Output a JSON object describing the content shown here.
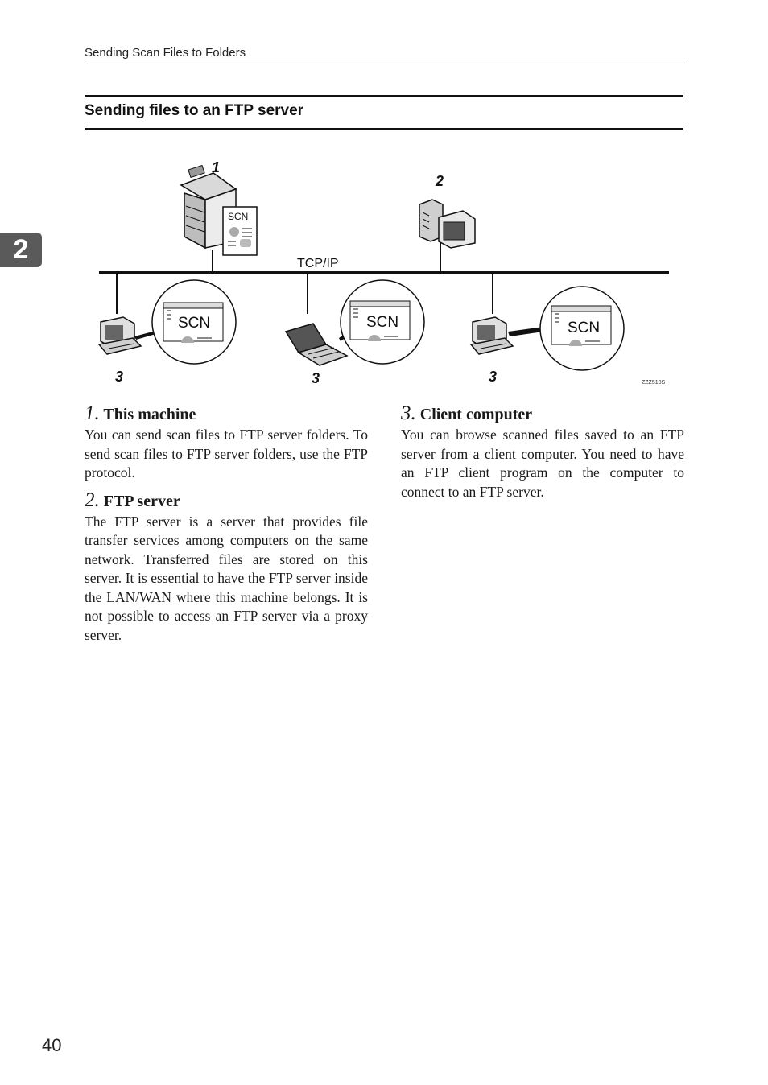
{
  "header": {
    "running_title": "Sending Scan Files to Folders"
  },
  "chapter_tab": "2",
  "section": {
    "title": "Sending files to an FTP server"
  },
  "diagram": {
    "network_label": "TCP/IP",
    "callout_1": "1",
    "callout_2": "2",
    "callout_3": "3",
    "doc_label": "SCN",
    "code": "ZZZ510S"
  },
  "items": [
    {
      "num": "1.",
      "title": "This machine",
      "body": "You can send scan files to FTP server folders. To send scan files to FTP server folders, use the FTP protocol."
    },
    {
      "num": "2.",
      "title": "FTP server",
      "body": "The FTP server is a server that provides file transfer services among computers on the same network. Transferred files are stored on this server. It is essential to have the FTP server inside the LAN/WAN where this machine belongs. It is not possible to access an FTP server via a proxy server."
    },
    {
      "num": "3.",
      "title": "Client computer",
      "body": "You can browse scanned files saved to an FTP server from a client computer. You need to have an FTP client program on the computer to connect to an FTP server."
    }
  ],
  "page_number": "40"
}
